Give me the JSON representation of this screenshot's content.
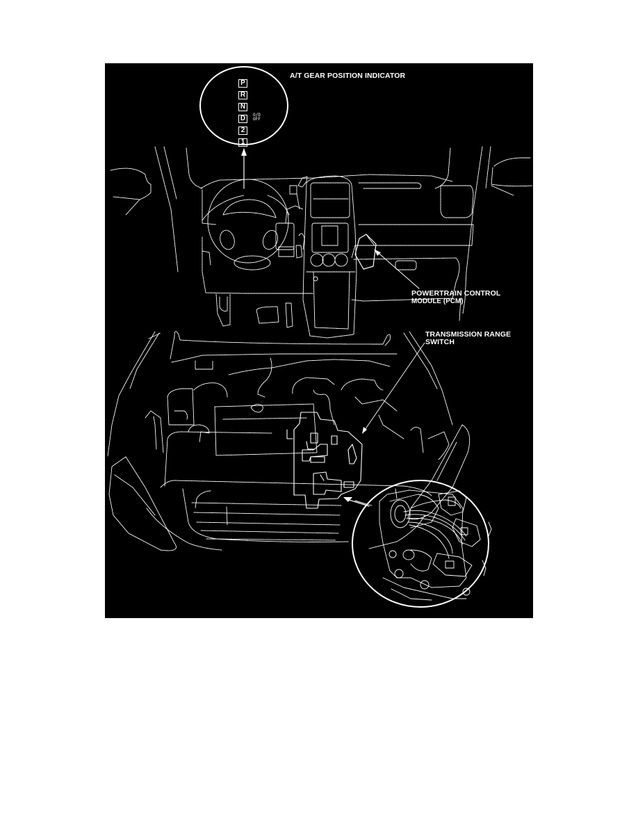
{
  "figure": {
    "background_color": "#000000",
    "line_color": "#ffffff",
    "page_background": "#ffffff"
  },
  "callouts": {
    "gear_indicator": "A/T GEAR POSITION INDICATOR",
    "pcm_line1": "POWERTRAIN CONTROL",
    "pcm_line2": "MODULE (PCM)",
    "trs_line1": "TRANSMISSION RANGE",
    "trs_line2": "SWITCH"
  },
  "gear_indicator": {
    "positions": [
      "P",
      "R",
      "N",
      "D",
      "2",
      "1"
    ],
    "od_off_line1": "O/D",
    "od_off_line2": "OFF"
  },
  "views": {
    "upper": "dashboard-interior",
    "lower": "engine-compartment",
    "detail": "transmission-range-switch-connectors"
  }
}
